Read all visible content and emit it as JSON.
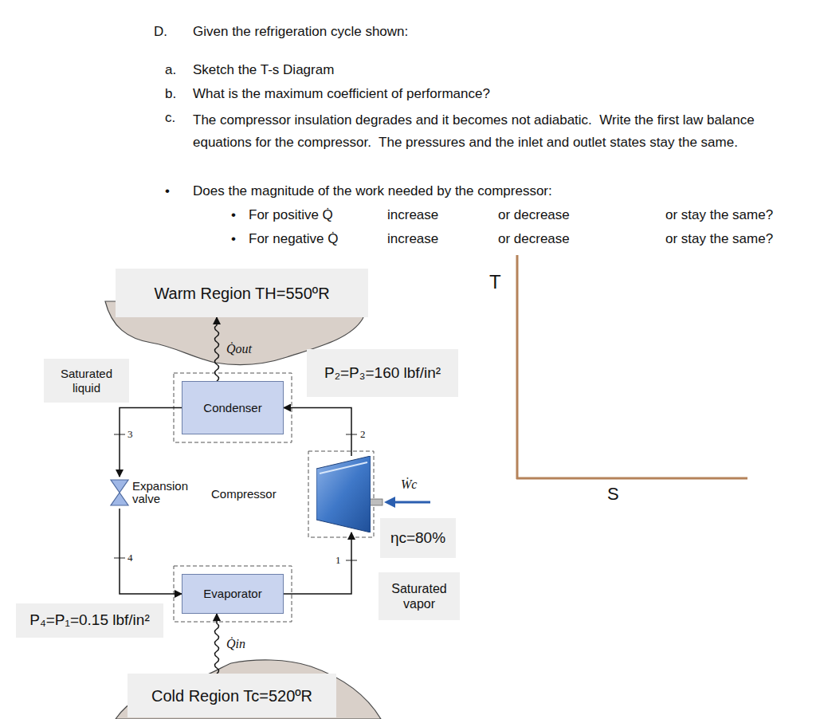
{
  "diagram": {
    "nodes": [
      {
        "text": [
          "Warm Region TH=550ºR"
        ]
      },
      {
        "text": [
          "Saturated liquid"
        ]
      },
      {
        "text": [
          "Condenser"
        ]
      },
      {
        "text": [
          "P₂=P₃=160 lbf/in²"
        ]
      },
      {
        "text": [
          "Expansion valve"
        ]
      },
      {
        "text": [
          "Compressor"
        ]
      },
      {
        "text": [
          "ηc=80%"
        ]
      },
      {
        "text": [
          "Evaporator"
        ]
      },
      {
        "text": [
          "Saturated vapor"
        ]
      },
      {
        "text": [
          "P₄=P₁=0.15 lbf/in²"
        ]
      },
      {
        "text": [
          "Cold Region Tc=520ºR"
        ]
      }
    ],
    "edges": [
      {
        "from": 2,
        "to": 0,
        "arrow": "to",
        "label": "Q̇out"
      },
      {
        "from": 2,
        "to": 4,
        "arrow": "to"
      },
      {
        "from": 4,
        "to": 7,
        "arrow": "to"
      },
      {
        "from": 7,
        "to": 5,
        "arrow": "to"
      },
      {
        "from": 5,
        "to": 2,
        "arrow": "to"
      },
      {
        "from": 10,
        "to": 7,
        "arrow": "to",
        "label": "Q̇in"
      }
    ],
    "labels": [
      "D.",
      "Given the refrigeration cycle shown:",
      "a.",
      "Sketch the T-s Diagram",
      "b.",
      "What is the maximum coefficient of performance?",
      "c.",
      "The compressor insulation degrades and it becomes not adiabatic.  Write the first law balance equations for the compressor.  The pressures and the inlet and outlet states stay the same.",
      "•",
      "Does the magnitude of the work needed by the compressor:",
      "•",
      "For positive Q̇",
      "increase",
      "or decrease",
      "or stay the same?",
      "•",
      "For negative Q̇",
      "increase",
      "or decrease",
      "or stay the same?",
      "T",
      "S",
      "3",
      "4",
      "2",
      "1",
      "Ẇc"
    ]
  }
}
